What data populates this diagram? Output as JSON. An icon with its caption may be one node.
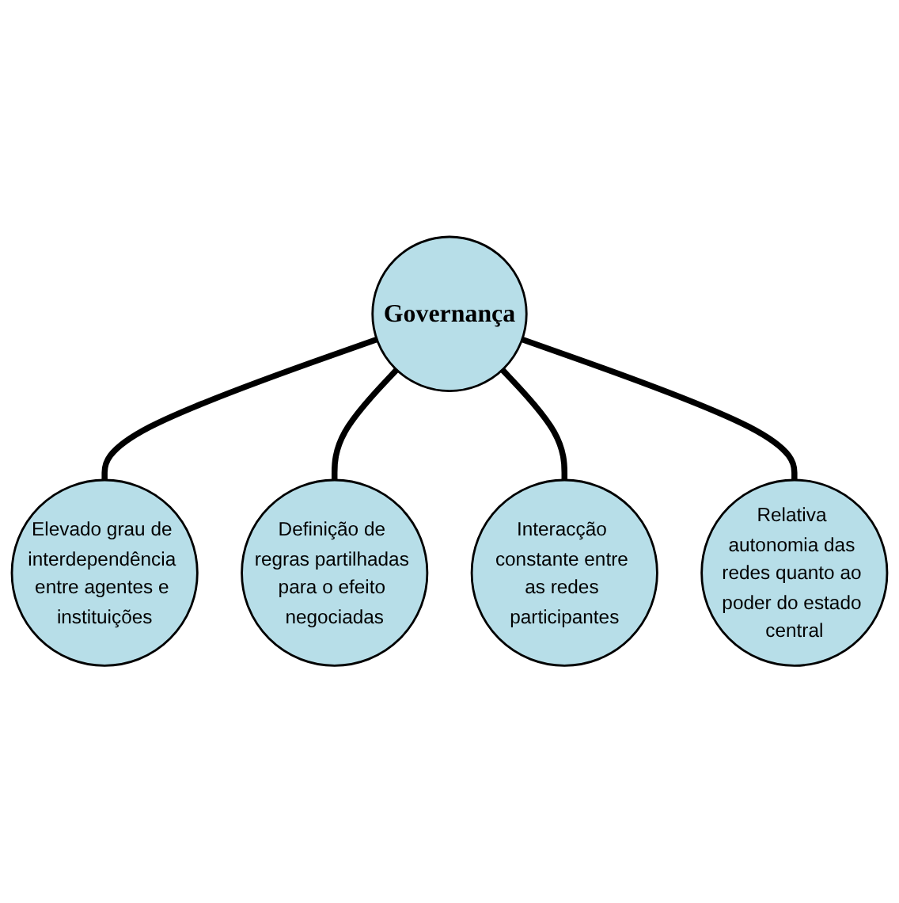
{
  "diagram": {
    "nodes": [
      {
        "text": [
          "Elevado grau de interdependência entre agentes e instituições"
        ]
      },
      {
        "text": [
          "Definição de regras partilhadas para o efeito negociadas"
        ]
      },
      {
        "text": [
          "Governança"
        ]
      },
      {
        "text": [
          "Interacção constante entre as redes participantes"
        ]
      },
      {
        "text": [
          "Relativa autonomia das redes quanto ao poder do estado central"
        ]
      }
    ],
    "edges": [
      {
        "from": 2,
        "to": 0,
        "arrow": "none"
      },
      {
        "from": 2,
        "to": 1,
        "arrow": "none"
      },
      {
        "from": 2,
        "to": 3,
        "arrow": "none"
      },
      {
        "from": 2,
        "to": 4,
        "arrow": "none"
      }
    ]
  }
}
